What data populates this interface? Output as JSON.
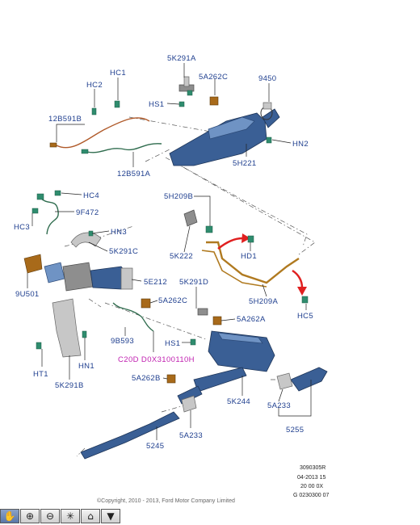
{
  "labels": {
    "l_5K291A": "5K291A",
    "l_HC1": "HC1",
    "l_HC2": "HC2",
    "l_5A262C_top": "5A262C",
    "l_9450": "9450",
    "l_HS1_top": "HS1",
    "l_12B591B": "12B591B",
    "l_HN2": "HN2",
    "l_5H221": "5H221",
    "l_12B591A": "12B591A",
    "l_HC4": "HC4",
    "l_5H209B": "5H209B",
    "l_9F472": "9F472",
    "l_HC3": "HC3",
    "l_HN3": "HN3",
    "l_5K291C": "5K291C",
    "l_5K222": "5K222",
    "l_HD1": "HD1",
    "l_9U501": "9U501",
    "l_5E212": "5E212",
    "l_5K291D": "5K291D",
    "l_5H209A": "5H209A",
    "l_HC5": "HC5",
    "l_5A262C_mid": "5A262C",
    "l_5A262A": "5A262A",
    "l_9B593": "9B593",
    "l_HS1_mid": "HS1",
    "l_HT1": "HT1",
    "l_HN1": "HN1",
    "l_5A262B": "5A262B",
    "l_5K244": "5K244",
    "l_5A233_right": "5A233",
    "l_5K291B": "5K291B",
    "l_5255": "5255",
    "l_5245": "5245",
    "l_5A233_bottom": "5A233"
  },
  "engine_code": "C20D D0X3100110H",
  "doc_ref": {
    "line1": "3090305R",
    "line2": "04-2013 15",
    "line3": "20 00 0X",
    "line4": "G 0230300 07"
  },
  "copyright": "©Copyright, 2010 - 2013, Ford Motor Company Limited",
  "colors": {
    "label": "#1f3f8f",
    "engine_code": "#c020b0",
    "arrow": "#e02020",
    "pipe": "#3a5f95",
    "sensor": "#2f8c6e",
    "gasket": "#a86a1a"
  },
  "toolbar": {
    "buttons": [
      {
        "name": "pan",
        "icon": "hand-icon",
        "glyph": "✋"
      },
      {
        "name": "zoom-in",
        "icon": "zoom-in-icon",
        "glyph": "⊕"
      },
      {
        "name": "zoom-out",
        "icon": "zoom-out-icon",
        "glyph": "⊖"
      },
      {
        "name": "fit",
        "icon": "fit-icon",
        "glyph": "✳"
      },
      {
        "name": "home",
        "icon": "home-icon",
        "glyph": "⌂"
      },
      {
        "name": "menu",
        "icon": "dropdown-icon",
        "glyph": "▼"
      }
    ]
  }
}
